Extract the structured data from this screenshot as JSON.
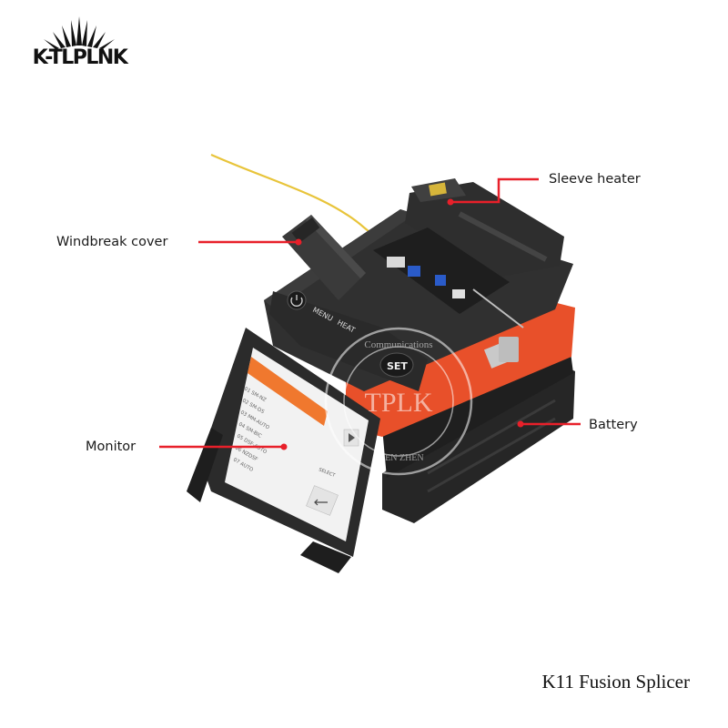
{
  "brand": {
    "logo_text": "K-TLPLNK"
  },
  "callouts": {
    "sleeve_heater": "Sleeve heater",
    "windbreak_cover": "Windbreak cover",
    "battery": "Battery",
    "monitor": "Monitor"
  },
  "device": {
    "buttons": {
      "menu": "MENU",
      "heat": "HEAT",
      "set": "SET"
    },
    "screen": {
      "select_label": "SELECT",
      "menu_items": [
        "01 SM-NZ",
        "02 SM-DS",
        "03 MM-AUTO",
        "04 SM-BIC",
        "05 DSF-AUTO",
        "06 NZDSF",
        "07 AUTO"
      ]
    }
  },
  "watermark": {
    "center_text": "TPLK",
    "top_arc_text": "Communications",
    "bottom_arc_text": "SHEN ZHEN"
  },
  "product_title": "K11 Fusion Splicer",
  "colors": {
    "accent_red": "#e8202a",
    "device_orange": "#e8502a",
    "device_dark": "#2b2b2b",
    "fiber_yellow": "#e8c43a",
    "screen_highlight": "#f0782e"
  }
}
